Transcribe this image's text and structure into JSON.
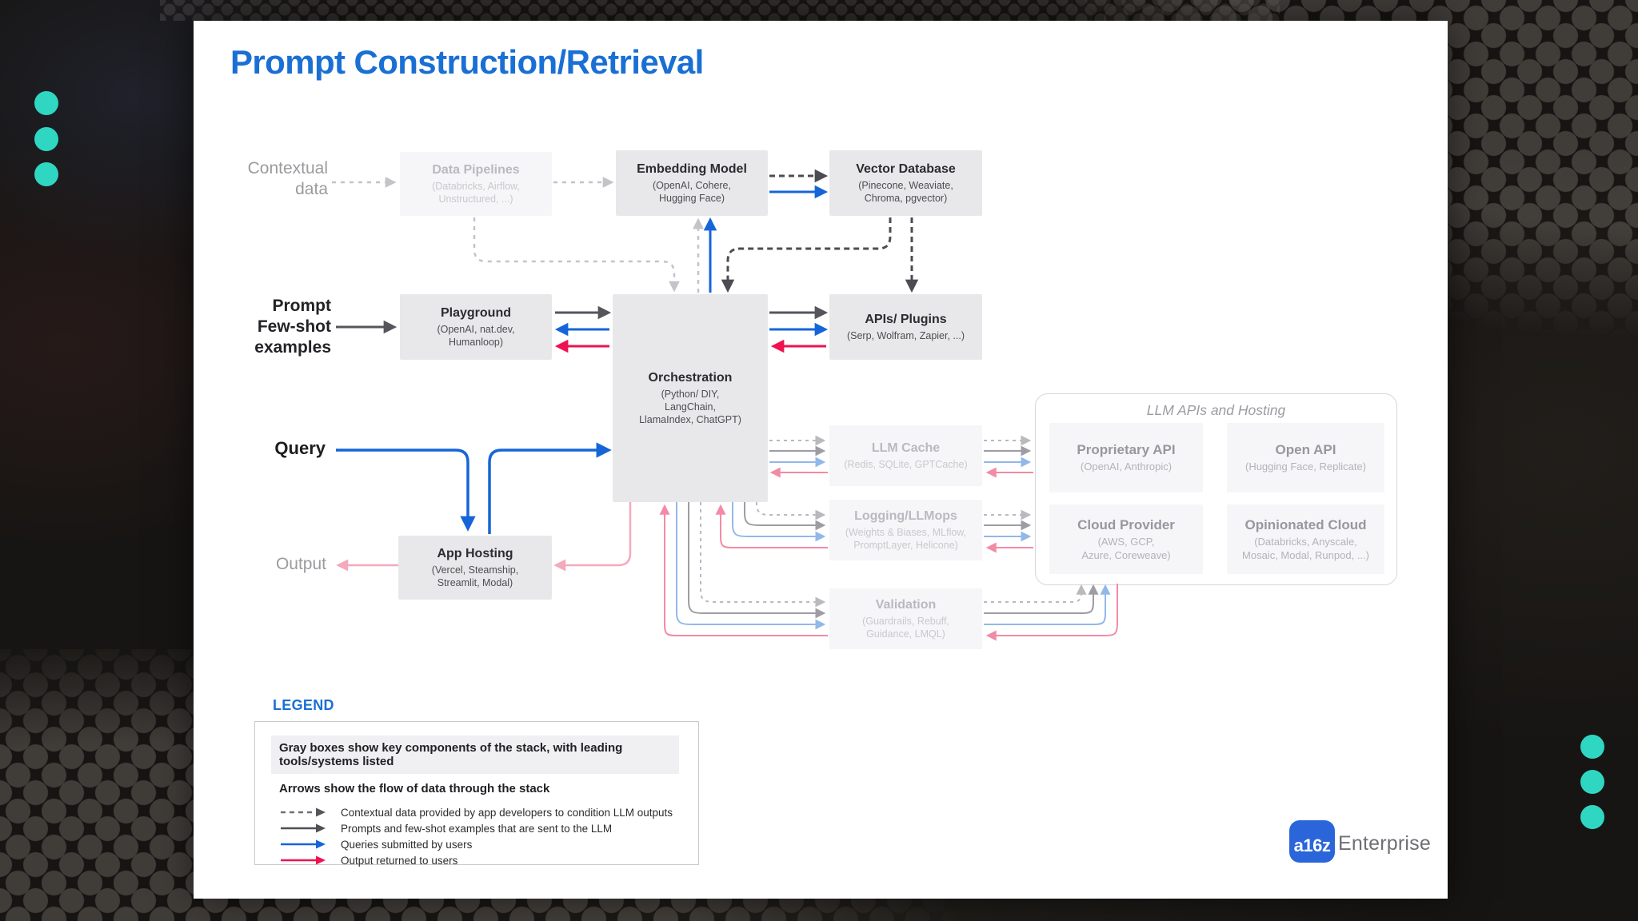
{
  "title": "Prompt Construction/Retrieval",
  "side_labels": {
    "contextual_data": "Contextual\ndata",
    "prompt_fewshot": "Prompt\nFew-shot\nexamples",
    "query": "Query",
    "output": "Output"
  },
  "nodes": {
    "data_pipelines": {
      "title": "Data Pipelines",
      "subtitle": "(Databricks, Airflow,\nUnstructured, ...)"
    },
    "embedding_model": {
      "title": "Embedding Model",
      "subtitle": "(OpenAI, Cohere,\nHugging Face)"
    },
    "vector_database": {
      "title": "Vector Database",
      "subtitle": "(Pinecone, Weaviate,\nChroma, pgvector)"
    },
    "playground": {
      "title": "Playground",
      "subtitle": "(OpenAI, nat.dev,\nHumanloop)"
    },
    "orchestration": {
      "title": "Orchestration",
      "subtitle": "(Python/ DIY,\nLangChain,\nLlamaIndex, ChatGPT)"
    },
    "apis_plugins": {
      "title": "APIs/ Plugins",
      "subtitle": "(Serp, Wolfram, Zapier, ...)"
    },
    "llm_cache": {
      "title": "LLM Cache",
      "subtitle": "(Redis, SQLite, GPTCache)"
    },
    "logging_llmops": {
      "title": "Logging/LLMops",
      "subtitle": "(Weights & Biases, MLflow,\nPromptLayer, Helicone)"
    },
    "validation": {
      "title": "Validation",
      "subtitle": "(Guardrails, Rebuff,\nGuidance, LMQL)"
    },
    "app_hosting": {
      "title": "App Hosting",
      "subtitle": "(Vercel, Steamship,\nStreamlit, Modal)"
    }
  },
  "hosting_group": {
    "title": "LLM APIs and Hosting",
    "proprietary_api": {
      "title": "Proprietary API",
      "subtitle": "(OpenAI, Anthropic)"
    },
    "open_api": {
      "title": "Open API",
      "subtitle": "(Hugging Face, Replicate)"
    },
    "cloud_provider": {
      "title": "Cloud Provider",
      "subtitle": "(AWS, GCP,\nAzure, Coreweave)"
    },
    "opinionated_cloud": {
      "title": "Opinionated Cloud",
      "subtitle": "(Databricks, Anyscale,\nMosaic, Modal, Runpod, ...)"
    }
  },
  "legend": {
    "heading": "LEGEND",
    "boxes_note": "Gray boxes show key components of the stack, with leading tools/systems listed",
    "arrows_note": "Arrows show the flow of data through the stack",
    "items": [
      {
        "style": "dashed-gray",
        "label": "Contextual data provided by app developers to condition LLM outputs"
      },
      {
        "style": "solid-gray",
        "label": "Prompts and few-shot examples that are sent to the LLM"
      },
      {
        "style": "solid-blue",
        "label": "Queries submitted by users"
      },
      {
        "style": "solid-red",
        "label": "Output returned to users"
      }
    ]
  },
  "logo": {
    "mark": "a16z",
    "suffix": "Enterprise"
  },
  "colors": {
    "accent_blue": "#1a6fd4",
    "arrow_blue": "#1565d8",
    "arrow_red": "#ee1250",
    "arrow_gray": "#55555b",
    "teal": "#2fd7c3"
  }
}
